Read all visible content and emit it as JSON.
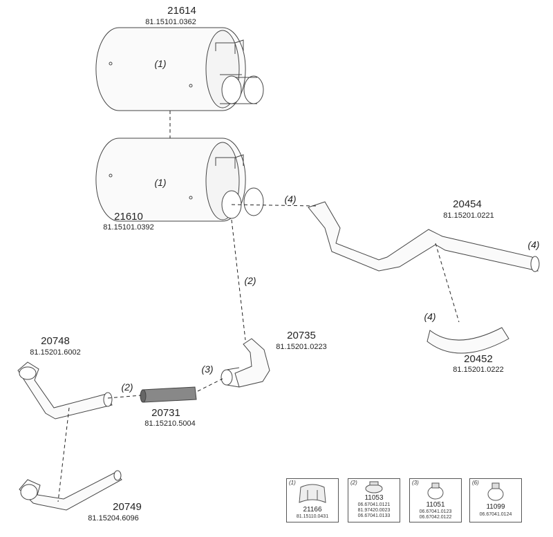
{
  "parts": {
    "p21614": {
      "number": "21614",
      "code": "81.15101.0362",
      "ref": "(1)"
    },
    "p21610": {
      "number": "21610",
      "code": "81.15101.0392",
      "ref": "(1)"
    },
    "p20454": {
      "number": "20454",
      "code": "81.15201.0221",
      "ref": "(4)"
    },
    "p20452": {
      "number": "20452",
      "code": "81.15201.0222",
      "ref": "(4)"
    },
    "p20735": {
      "number": "20735",
      "code": "81.15201.0223"
    },
    "p20748": {
      "number": "20748",
      "code": "81.15201.6002"
    },
    "p20731": {
      "number": "20731",
      "code": "81.15210.5004"
    },
    "p20749": {
      "number": "20749",
      "code": "81.15204.6096"
    }
  },
  "connections": {
    "ref_muffler_to_pipe": "(4)",
    "ref_muffler_to_20735": "(2)",
    "ref_20735_to_20731": "(3)",
    "ref_20748_to_20731": "(2)"
  },
  "legend": [
    {
      "ref": "(1)",
      "number": "21166",
      "codes": [
        "81.15110.0431"
      ]
    },
    {
      "ref": "(2)",
      "number": "11053",
      "codes": [
        "06.67041.0121",
        "81.97420.0023",
        "06.67041.0133"
      ]
    },
    {
      "ref": "(3)",
      "number": "11051",
      "codes": [
        "06.67041.0123",
        "06.67042.0122"
      ]
    },
    {
      "ref": "(6)",
      "number": "11099",
      "codes": [
        "06.67041.0124"
      ]
    }
  ]
}
